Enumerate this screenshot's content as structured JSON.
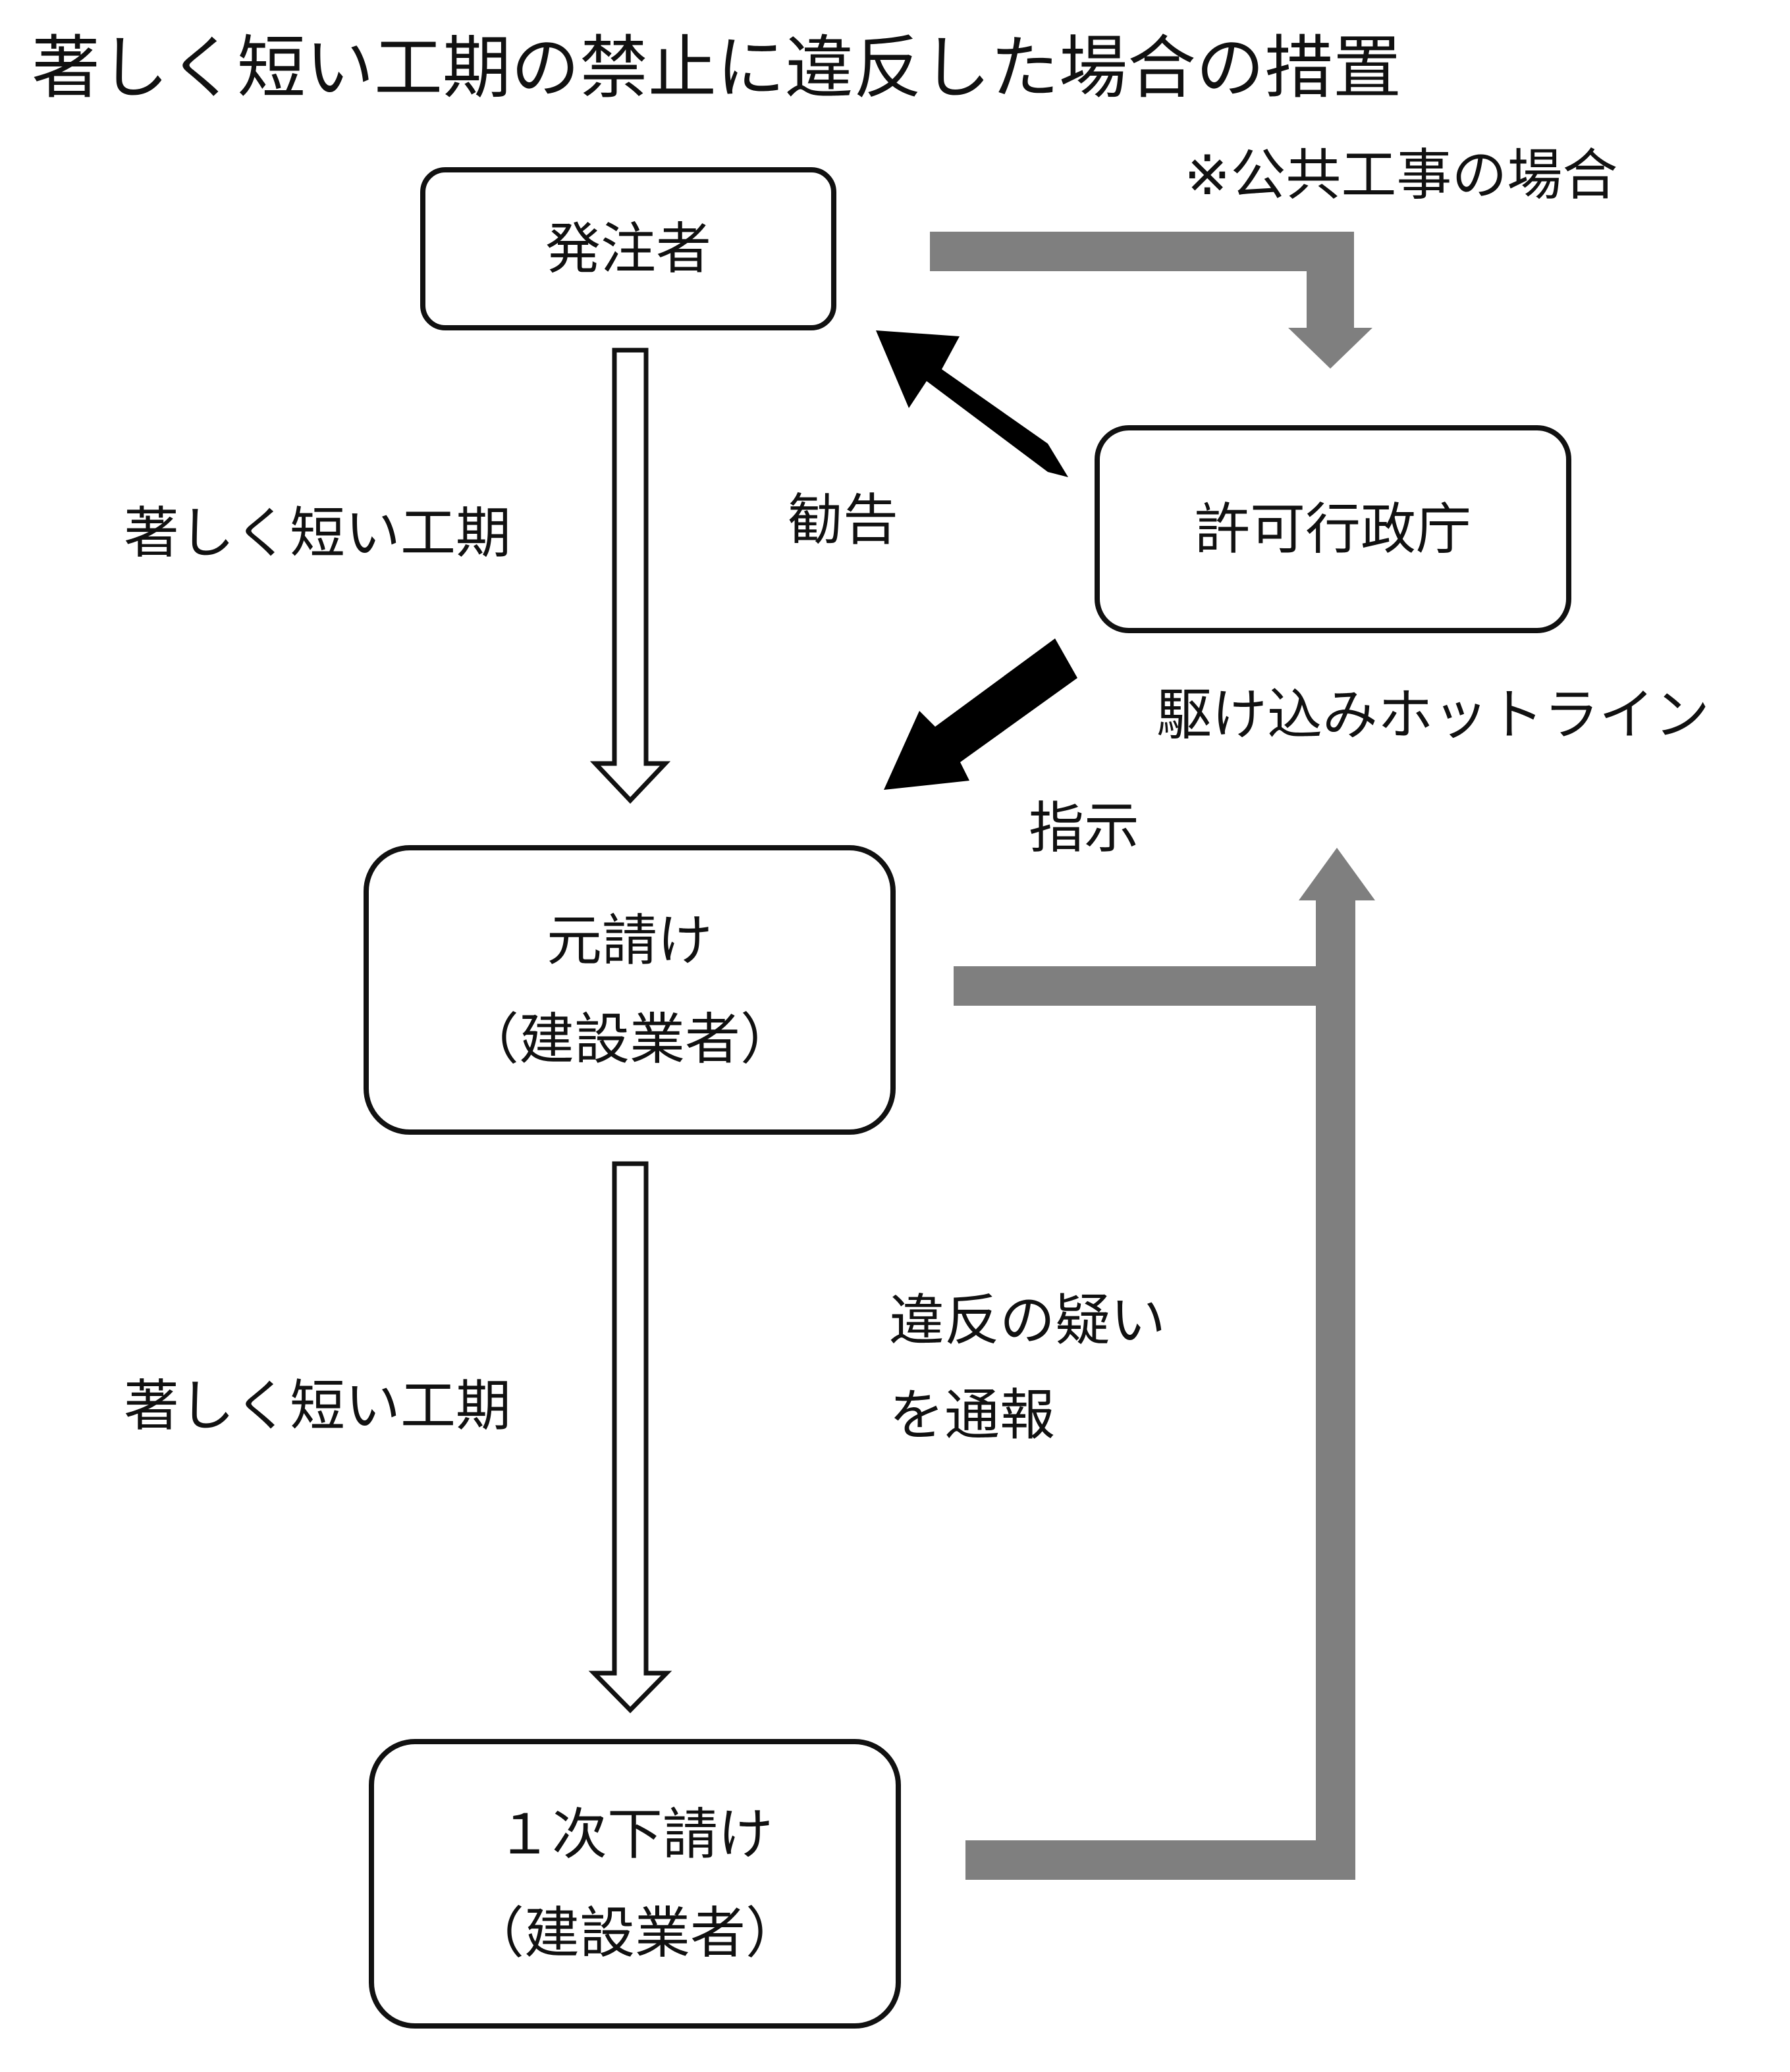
{
  "title": "著しく短い工期の禁止に違反した場合の措置",
  "nodes": {
    "client": "発注者",
    "authority": "許可行政庁",
    "prime_line1": "元請け",
    "prime_line2": "（建設業者）",
    "sub_line1": "１次下請け",
    "sub_line2": "（建設業者）"
  },
  "labels": {
    "short_period_1": "著しく短い工期",
    "short_period_2": "著しく短い工期",
    "recommendation": "勧告",
    "instruction": "指示",
    "public_works_note": "※公共工事の場合",
    "hotline": "駆け込みホットライン",
    "report_line1": "違反の疑い",
    "report_line2": "を通報"
  },
  "colors": {
    "box_border": "#111111",
    "gray_arrow": "#7f7f7f",
    "black_arrow": "#000000",
    "hollow_arrow_fill": "#ffffff"
  }
}
